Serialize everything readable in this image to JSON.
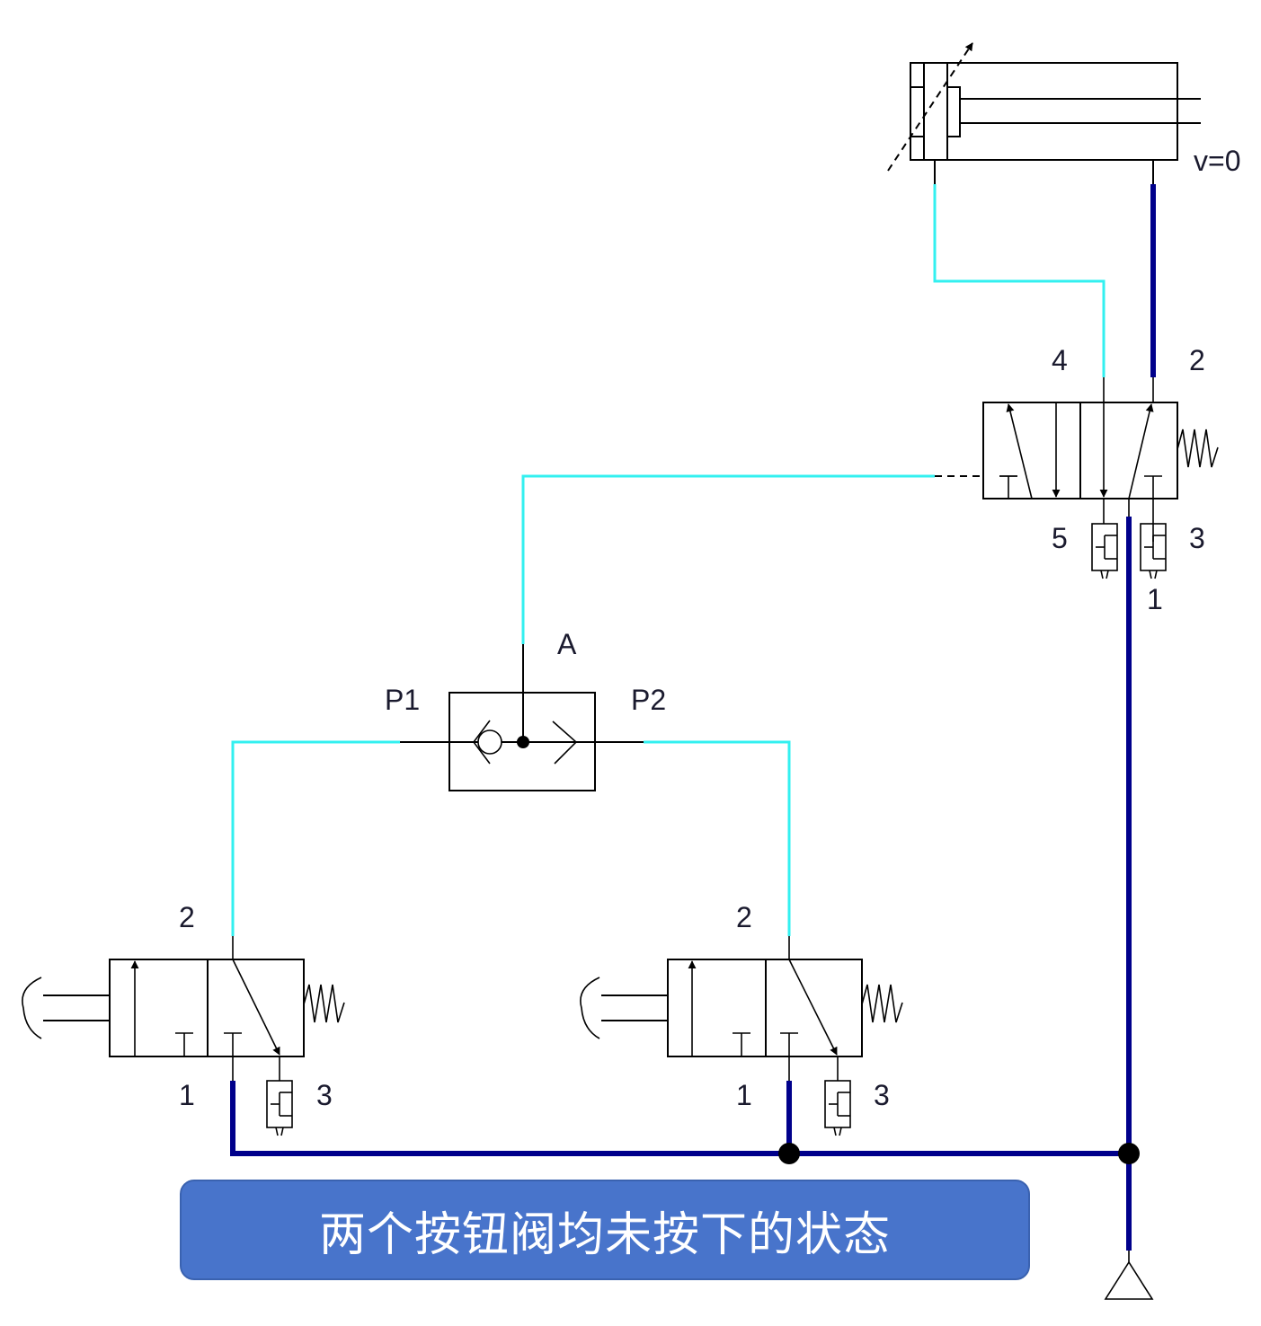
{
  "diagram": {
    "title": "Pneumatic circuit: two push-button 3/2 valves, shuttle valve (OR), 5/2 pilot valve, double-acting cylinder",
    "caption": "两个按钮阀均未按下的状态",
    "colors": {
      "pressurized_line": "#00008b",
      "pilot_line": "#33f0f0",
      "caption_bg": "#4874cb",
      "caption_text": "#ffffff"
    },
    "cylinder": {
      "speed_label": "v=0"
    },
    "main_valve": {
      "type": "5/2 pilot-operated valve with spring return",
      "ports": {
        "p4": "4",
        "p2": "2",
        "p5": "5",
        "p3": "3",
        "p1": "1"
      }
    },
    "shuttle_valve": {
      "type": "shuttle valve (OR)",
      "ports": {
        "a": "A",
        "p1": "P1",
        "p2": "P2"
      }
    },
    "left_button_valve": {
      "type": "3/2 push-button valve, spring return",
      "ports": {
        "p2": "2",
        "p1": "1",
        "p3": "3"
      }
    },
    "right_button_valve": {
      "type": "3/2 push-button valve, spring return",
      "ports": {
        "p2": "2",
        "p1": "1",
        "p3": "3"
      }
    }
  }
}
